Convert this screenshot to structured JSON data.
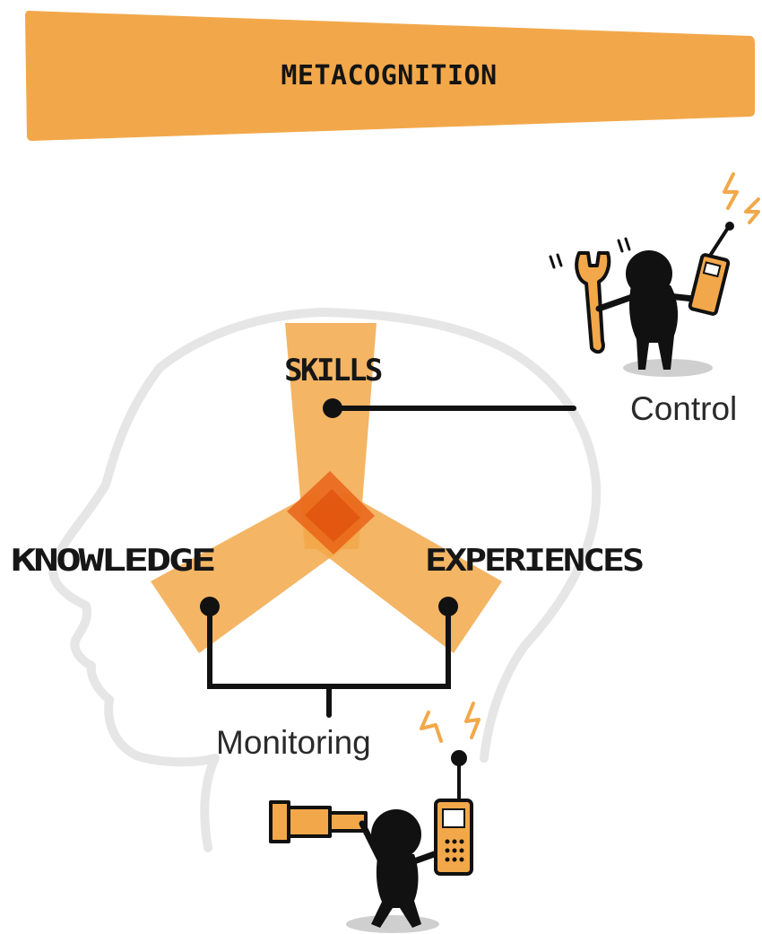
{
  "banner": {
    "title": "METACOGNITION"
  },
  "labels": {
    "skills": "SKILLS",
    "knowledge": "KNOWLEDGE",
    "experiences": "EXPERIENCES",
    "control": "Control",
    "monitoring": "Monitoring"
  },
  "colors": {
    "accent": "#f2a84a",
    "overlap": "#e85a10",
    "ink": "#111111",
    "head_outline": "#e6e6e6",
    "shadow": "#cfcfcf"
  },
  "icons": {
    "control_figure": "figure-with-wrench-and-walkie-talkie-icon",
    "monitoring_figure": "figure-with-telescope-and-walkie-talkie-icon"
  }
}
